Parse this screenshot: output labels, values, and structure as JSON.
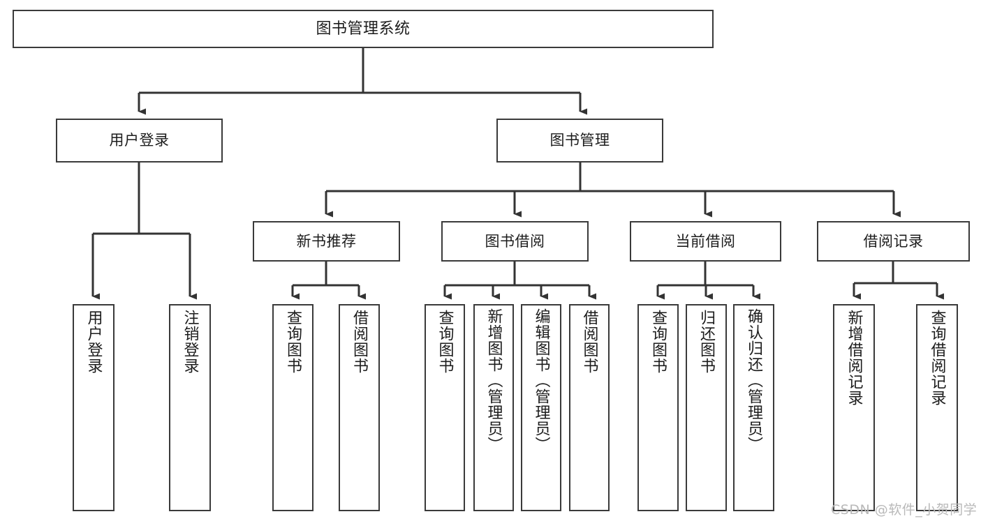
{
  "diagram": {
    "type": "tree-hierarchy",
    "title": "图书管理系统",
    "watermark": "CSDN @软件_小贺同学",
    "colors": {
      "box_stroke": "#3a3a3a",
      "box_fill": "#ffffff",
      "edge": "#333333",
      "text": "#1c1c1c",
      "watermark": "#b9b9b9",
      "background": "#ffffff"
    },
    "levels": {
      "root": "图书管理系统",
      "level2": [
        "用户登录",
        "图书管理"
      ],
      "level3": [
        "新书推荐",
        "图书借阅",
        "当前借阅",
        "借阅记录"
      ]
    },
    "nodes": {
      "root": {
        "label": "图书管理系统"
      },
      "user_login": {
        "label": "用户登录"
      },
      "book_manage": {
        "label": "图书管理"
      },
      "new_book_rec": {
        "label": "新书推荐"
      },
      "book_borrow": {
        "label": "图书借阅"
      },
      "current_borrow": {
        "label": "当前借阅"
      },
      "borrow_record": {
        "label": "借阅记录"
      },
      "leaf_user_login": {
        "label": "用户登录"
      },
      "leaf_logout": {
        "label": "注销登录"
      },
      "leaf_query_book_a": {
        "label": "查询图书"
      },
      "leaf_borrow_book_a": {
        "label": "借阅图书"
      },
      "leaf_query_book_b": {
        "label": "查询图书"
      },
      "leaf_add_book": {
        "label": "新增图书（管理员）"
      },
      "leaf_edit_book": {
        "label": "编辑图书（管理员）"
      },
      "leaf_borrow_book_b": {
        "label": "借阅图书"
      },
      "leaf_query_book_c": {
        "label": "查询图书"
      },
      "leaf_return_book": {
        "label": "归还图书"
      },
      "leaf_confirm_return": {
        "label": "确认归还（管理员）"
      },
      "leaf_add_record": {
        "label": "新增借阅记录"
      },
      "leaf_query_record": {
        "label": "查询借阅记录"
      }
    }
  }
}
